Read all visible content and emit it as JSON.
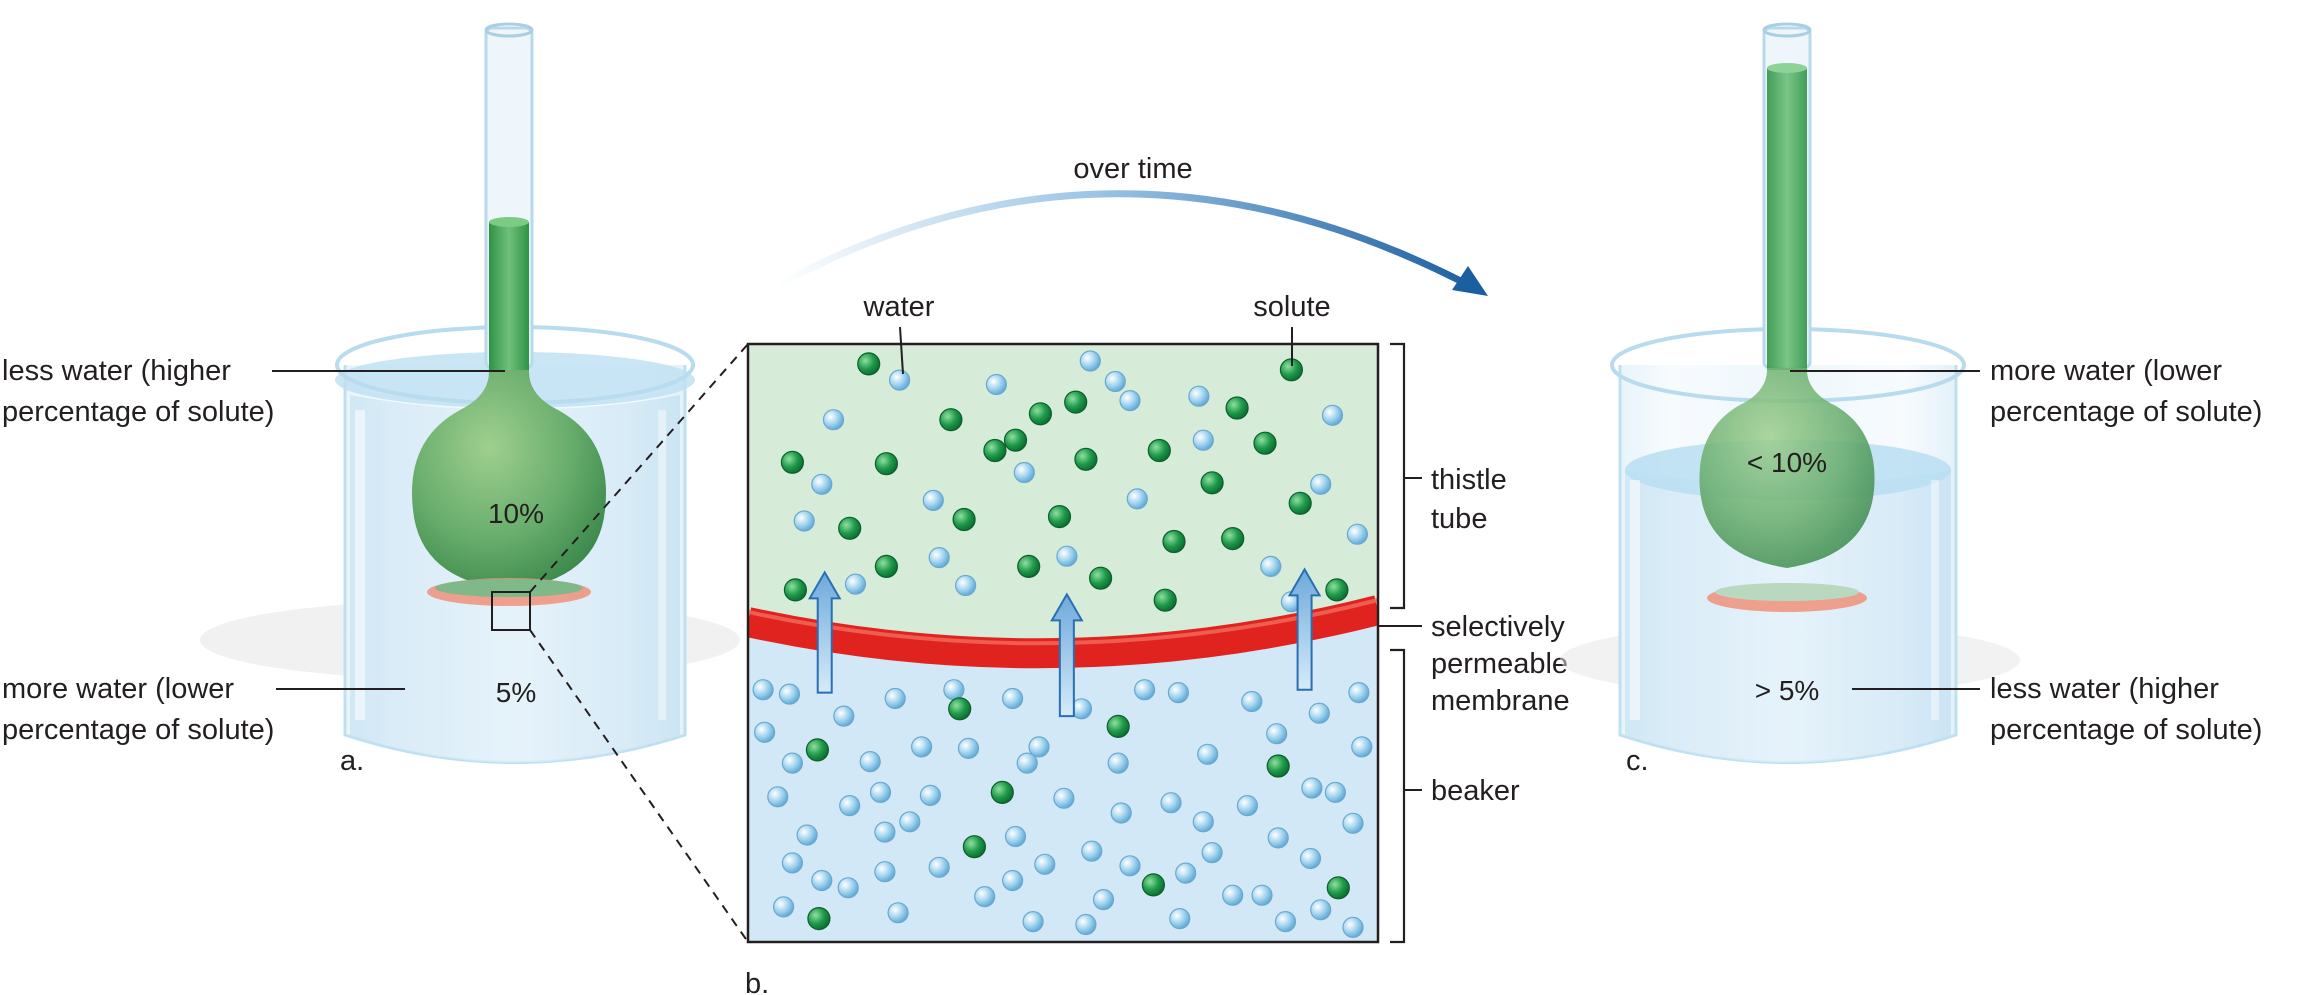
{
  "title": "over time",
  "panels": {
    "a": {
      "letter": "a.",
      "tube_percent": "10%",
      "beaker_percent": "5%",
      "tube_label": [
        "less water (higher",
        "percentage of solute)"
      ],
      "beaker_label": [
        "more water (lower",
        "percentage of solute)"
      ],
      "tube_fill_level": 0.56
    },
    "b": {
      "letter": "b.",
      "water_label": "water",
      "solute_label": "solute",
      "tube_region_label": [
        "thistle",
        "tube"
      ],
      "membrane_label": [
        "selectively",
        "permeable",
        "membrane"
      ],
      "beaker_region_label": "beaker",
      "upper_region": {
        "solute_count": 26,
        "water_count": 22,
        "solute": [
          [
            592,
            248
          ],
          [
            880,
            252
          ],
          [
            733,
            274
          ],
          [
            843,
            278
          ],
          [
            648,
            286
          ],
          [
            709,
            282
          ],
          [
            540,
            315
          ],
          [
            604,
            316
          ],
          [
            678,
            307
          ],
          [
            740,
            313
          ],
          [
            790,
            307
          ],
          [
            862,
            302
          ],
          [
            826,
            329
          ],
          [
            579,
            360
          ],
          [
            657,
            354
          ],
          [
            722,
            352
          ],
          [
            800,
            369
          ],
          [
            840,
            367
          ],
          [
            886,
            343
          ],
          [
            604,
            386
          ],
          [
            701,
            386
          ],
          [
            750,
            394
          ],
          [
            542,
            402
          ],
          [
            794,
            409
          ],
          [
            911,
            402
          ]
        ],
        "water": [
          [
            613,
            259
          ],
          [
            679,
            262
          ],
          [
            743,
            246
          ],
          [
            770,
            273
          ],
          [
            817,
            270
          ],
          [
            568,
            286
          ],
          [
            908,
            283
          ],
          [
            698,
            322
          ],
          [
            636,
            341
          ],
          [
            775,
            340
          ],
          [
            548,
            355
          ],
          [
            925,
            364
          ],
          [
            727,
            379
          ],
          [
            866,
            386
          ],
          [
            583,
            398
          ],
          [
            658,
            399
          ]
        ]
      },
      "lower_region": {
        "solute_count": 9,
        "water_count": 64,
        "solute": [
          [
            654,
            483
          ],
          [
            762,
            495
          ],
          [
            557,
            511
          ],
          [
            871,
            522
          ],
          [
            683,
            540
          ],
          [
            664,
            577
          ],
          [
            786,
            603
          ],
          [
            912,
            605
          ],
          [
            558,
            626
          ]
        ],
        "water": [
          [
            538,
            473
          ],
          [
            575,
            488
          ],
          [
            610,
            476
          ],
          [
            690,
            476
          ],
          [
            737,
            483
          ],
          [
            803,
            472
          ],
          [
            853,
            478
          ],
          [
            899,
            486
          ],
          [
            926,
            472
          ],
          [
            521,
            499
          ],
          [
            593,
            519
          ],
          [
            628,
            509
          ],
          [
            660,
            510
          ],
          [
            708,
            509
          ],
          [
            762,
            520
          ],
          [
            823,
            514
          ],
          [
            928,
            509
          ],
          [
            530,
            543
          ],
          [
            579,
            549
          ],
          [
            634,
            542
          ],
          [
            725,
            544
          ],
          [
            764,
            554
          ],
          [
            798,
            547
          ],
          [
            850,
            549
          ],
          [
            894,
            537
          ],
          [
            922,
            561
          ],
          [
            550,
            569
          ],
          [
            603,
            567
          ],
          [
            692,
            570
          ],
          [
            744,
            580
          ],
          [
            826,
            581
          ],
          [
            871,
            571
          ],
          [
            540,
            588
          ],
          [
            578,
            605
          ],
          [
            603,
            594
          ],
          [
            640,
            591
          ],
          [
            712,
            589
          ],
          [
            808,
            595
          ],
          [
            893,
            585
          ],
          [
            534,
            618
          ],
          [
            612,
            622
          ],
          [
            671,
            611
          ],
          [
            704,
            628
          ],
          [
            752,
            613
          ],
          [
            804,
            626
          ],
          [
            840,
            610
          ],
          [
            876,
            628
          ],
          [
            922,
            632
          ]
        ]
      },
      "arrows_count": 3
    },
    "c": {
      "letter": "c.",
      "tube_percent": "< 10%",
      "beaker_percent": "> 5%",
      "tube_label": [
        "more water (lower",
        "percentage of solute)"
      ],
      "beaker_label": [
        "less water (higher",
        "percentage of solute)"
      ],
      "tube_fill_level": 0.93
    }
  },
  "colors": {
    "solute": "#1f9a4a",
    "water": "#8fcbec",
    "membrane": "#e0231f",
    "tube_solution": "#3fa85c",
    "upper_bg": "#d6ecd9",
    "lower_bg": "#d3e8f6",
    "arrow": "#2a6fb3"
  }
}
